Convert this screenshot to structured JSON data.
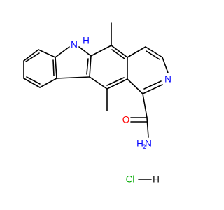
{
  "molecule": {
    "atom_labels": {
      "nh": "N",
      "nh_h": "H",
      "pyridine_n": "N",
      "carbonyl_o": "O",
      "nh2_n": "N",
      "nh2_h": "H"
    },
    "salt": {
      "cl": "Cl",
      "h": "H"
    }
  },
  "colors": {
    "bond": "#000000",
    "nitrogen": "#0000ff",
    "oxygen": "#ff0000",
    "chlorine": "#00aa00",
    "carbon": "#000000"
  }
}
